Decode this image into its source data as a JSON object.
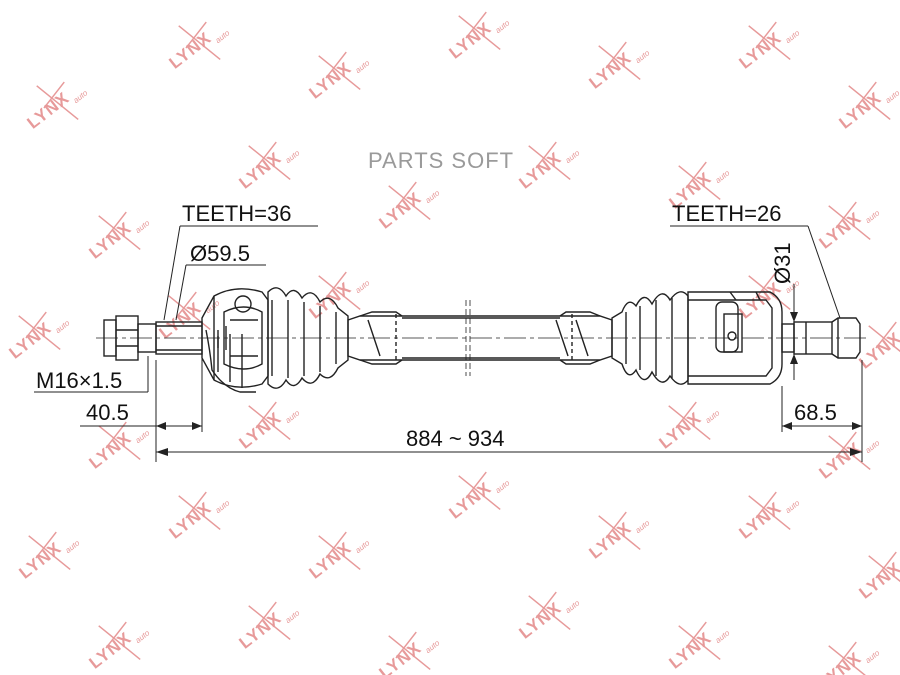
{
  "watermark": {
    "text": "LYNX",
    "sub": "auto",
    "color": "#e79a9a"
  },
  "brand_text": "PARTS SOFT",
  "dimensions": {
    "teeth_left": "TEETH=36",
    "diameter_left": "Ø59.5",
    "teeth_right": "TEETH=26",
    "diameter_right": "Ø31",
    "thread": "M16×1.5",
    "length_left": "40.5",
    "length_total": "884 ~ 934",
    "length_right": "68.5"
  }
}
